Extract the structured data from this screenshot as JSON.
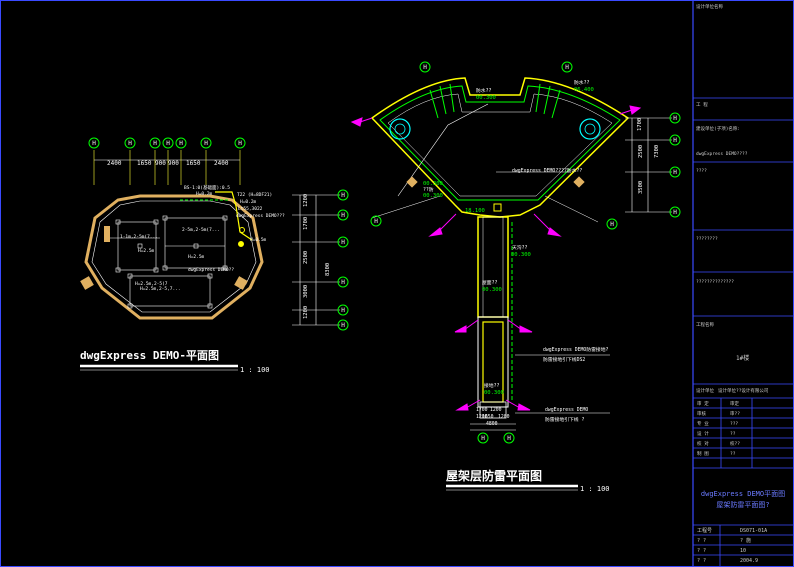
{
  "plan_left": {
    "title": "dwgExpress DEMO-平面图",
    "scale": "1 : 100",
    "grid_labels": [
      "H",
      "H",
      "H",
      "H",
      "H",
      "H"
    ],
    "dims_top": [
      "2400",
      "1650",
      "900",
      "900",
      "1650",
      "2400"
    ],
    "right_grid_labels": [
      "H",
      "H",
      "H",
      "H",
      "H",
      "H"
    ],
    "right_dims": [
      "1200",
      "1700",
      "2500",
      "3000",
      "1200"
    ],
    "right_total": "8300",
    "notes": [
      "BS-1:0(基础面):0.5",
      "H=0.2m",
      "T22 (H=8DF21)",
      "H=0.2m",
      "Lt55,3022",
      "dwgExpress DEMO???",
      "H=0.5m",
      "1-1m,2-5m(7...",
      "H=2.5m",
      "2-5m,2-5m(7...",
      "H=2.5m",
      "dwgExpress DEMO??",
      "H=2.5m,2-5,7...",
      "H=2.5m,2-5(7"
    ]
  },
  "plan_right": {
    "title": "屋架层防雷平面图",
    "scale": "1 : 100",
    "grid_top": [
      "H",
      "H"
    ],
    "grid_right": [
      "H",
      "H",
      "H",
      "H"
    ],
    "dims_right_a": [
      "1700",
      "2500",
      "3500"
    ],
    "dims_right_b": "7300",
    "levels": [
      "00.300",
      "06.400",
      "00.300",
      "18.100",
      "00.300",
      "00.300",
      "00.300",
      "00.300"
    ],
    "notes": [
      "防水??",
      "防水??",
      "dwgExpress DEMO????防水??",
      "??防",
      "天沟??",
      "dwgExpress DEMO防雷接地?",
      "防雷接地引下线DS2",
      "dwgExpress DEMO",
      "防雷接地引下线 ?",
      "屋面??",
      "接地??",
      "1700",
      "1200",
      "1650",
      "1200",
      "1200",
      "4800"
    ],
    "bottom_grid": [
      "H",
      "H"
    ]
  },
  "title_block": {
    "rows": [
      "设计单位名称",
      "工 程",
      "建设单位(子项)名称:",
      "dwgExpress DEMO????",
      "????",
      "????????",
      "??????????????",
      "工程名称",
      "1#楼"
    ],
    "company_label": "设计单位",
    "company": "设计单位??设计有限公司",
    "sign_rows": [
      [
        "审 定",
        "审定"
      ],
      [
        "审核",
        "审??"
      ],
      [
        "专 业",
        "???"
      ],
      [
        "设 计",
        "??"
      ],
      [
        "校 对",
        "校??"
      ],
      [
        "制 图",
        "??"
      ]
    ],
    "drawing_title": "dwgExpress DEMO平面图",
    "drawing_title2": "屋架防雷平面图?",
    "info_rows": [
      [
        "工程号",
        "DS071-01A"
      ],
      [
        "? ?",
        "? 施"
      ],
      [
        "? ?",
        "10"
      ],
      [
        "? ?",
        "2004.9"
      ]
    ]
  },
  "colors": {
    "frame": "#3a4aff",
    "line_yellow": "#ffff00",
    "line_green": "#00ff00",
    "line_cyan": "#00ffff",
    "line_magenta": "#ff00ff",
    "line_white": "#ffffff",
    "fill_orange": "#e0b060"
  }
}
